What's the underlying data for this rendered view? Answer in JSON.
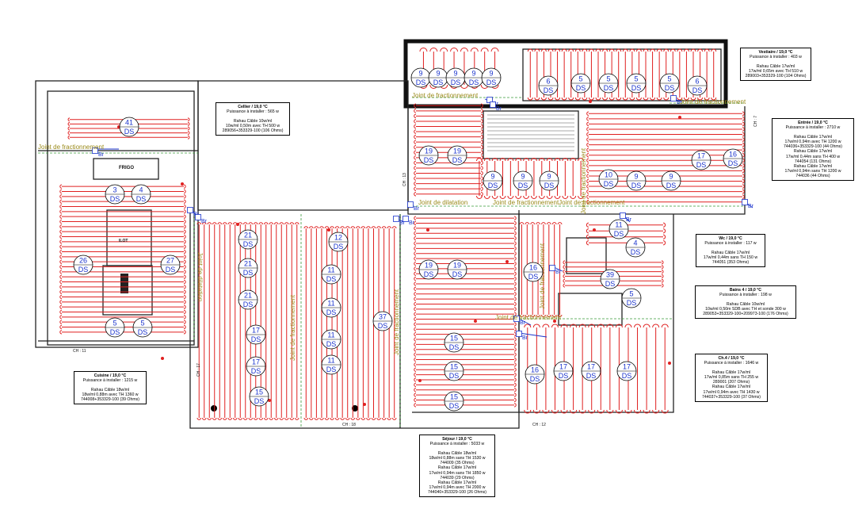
{
  "zones": [
    {
      "id": "cellier",
      "lines": [
        "Cellier / 19,0 °C",
        "Puissance à installer : 565 w",
        "",
        "Rahau Câble 10w/ml",
        "10w/ml 0,50m avec TH  500 w",
        "289056+353329-100 (106 Ohms)"
      ]
    },
    {
      "id": "vestiaire",
      "lines": [
        "Vestiaire / 19,0 °C",
        "Puissance à installer : 403 w",
        "",
        "Rahau Câble 17w/ml",
        "17w/ml 0,65m avec TH  510 w",
        "289003+353329-100 (104 Ohms)"
      ]
    },
    {
      "id": "entree",
      "lines": [
        "Entrée / 19,0 °C",
        "Puissance à installer : 2710 w",
        "",
        "Rahau Câble 17w/ml",
        "17w/ml 0,94m avec TH  1200 w",
        "744036+353329-100 (44 Ohms)",
        "Rahau Câble 17w/ml",
        "17w/ml 0,44m sans TH  400 w",
        "744054 (131 Ohms)",
        "Rahau Câble 17w/ml",
        "17w/ml 0,94m sans TH  1200 w",
        "744036 (44 Ohms)"
      ]
    },
    {
      "id": "wc",
      "lines": [
        "Wc / 19,0 °C",
        "Puissance à installer : 117 w",
        "",
        "Rahau Câble 17w/ml",
        "17w/ml 0,44m sans TH  150 w",
        "744051 (353 Ohms)"
      ]
    },
    {
      "id": "bains",
      "lines": [
        "Bains 4 / 19,0 °C",
        "Puissance à installer : 198 w",
        "",
        "Rahau Câble 10w/ml",
        "10w/ml 0,50m SDB avec TH et sonde  300 w",
        "289053+353329-100+209973-100 (176 Ohms)"
      ]
    },
    {
      "id": "ch4",
      "lines": [
        "Ch.4 / 19,0 °C",
        "Puissance à installer : 1646 w",
        "",
        "Rahau Câble 17w/ml",
        "17w/ml 0,85m sans TH  255 w",
        "289001 (207 Ohms)",
        "Rahau Câble 17w/ml",
        "17w/ml 0,94m avec TH  1430 w",
        "744037+353329-100 (37 Ohms)"
      ]
    },
    {
      "id": "cuisine",
      "lines": [
        "Cuisine / 19,0 °C",
        "Puissance à installer : 1215 w",
        "",
        "Rahau Câble 18w/ml",
        "18w/ml 0,88m avec TH  1360 w",
        "744008+353329-100 (39 Ohms)"
      ]
    },
    {
      "id": "sejour",
      "lines": [
        "Séjour / 19,0 °C",
        "Puissance à installer : 5033 w",
        "",
        "Rahau Câble 18w/ml",
        "18w/ml 0,88m sans TH  1530 w",
        "744009 (35 Ohms)",
        "Rahau Câble 17w/ml",
        "17w/ml 0,94m sans TH  1850 w",
        "744039 (29 Ohms)",
        "Rahau Câble 17w/ml",
        "17w/ml 0,94m avec TH  2000 w",
        "744040+353329-100 (26 Ohms)"
      ]
    }
  ],
  "ds_label": "DS",
  "circles": [
    {
      "n": "41",
      "sub": "DS"
    },
    {
      "n": "3",
      "sub": "DS"
    },
    {
      "n": "4",
      "sub": "DS"
    },
    {
      "n": "26",
      "sub": "DS"
    },
    {
      "n": "27",
      "sub": "DS"
    },
    {
      "n": "5",
      "sub": "DS"
    },
    {
      "n": "5",
      "sub": "DS"
    },
    {
      "n": "21",
      "sub": "DS"
    },
    {
      "n": "21",
      "sub": "DS"
    },
    {
      "n": "21",
      "sub": "DS"
    },
    {
      "n": "17",
      "sub": "DS"
    },
    {
      "n": "17",
      "sub": "DS"
    },
    {
      "n": "15",
      "sub": "DS"
    },
    {
      "n": "12",
      "sub": "DS"
    },
    {
      "n": "11",
      "sub": "DS"
    },
    {
      "n": "11",
      "sub": "DS"
    },
    {
      "n": "11",
      "sub": "DS"
    },
    {
      "n": "11",
      "sub": "DS"
    },
    {
      "n": "37",
      "sub": "DS"
    },
    {
      "n": "9",
      "sub": "DS"
    },
    {
      "n": "9",
      "sub": "DS"
    },
    {
      "n": "9",
      "sub": "DS"
    },
    {
      "n": "9",
      "sub": "DS"
    },
    {
      "n": "9",
      "sub": "DS"
    },
    {
      "n": "6",
      "sub": "DS"
    },
    {
      "n": "5",
      "sub": "DS"
    },
    {
      "n": "5",
      "sub": "DS"
    },
    {
      "n": "5",
      "sub": "DS"
    },
    {
      "n": "5",
      "sub": "DS"
    },
    {
      "n": "6",
      "sub": "DS"
    },
    {
      "n": "19",
      "sub": "DS"
    },
    {
      "n": "19",
      "sub": "DS"
    },
    {
      "n": "19",
      "sub": "DS"
    },
    {
      "n": "19",
      "sub": "DS"
    },
    {
      "n": "15",
      "sub": "DS"
    },
    {
      "n": "15",
      "sub": "DS"
    },
    {
      "n": "15",
      "sub": "DS"
    },
    {
      "n": "9",
      "sub": "DS"
    },
    {
      "n": "9",
      "sub": "DS"
    },
    {
      "n": "9",
      "sub": "DS"
    },
    {
      "n": "10",
      "sub": "DS"
    },
    {
      "n": "9",
      "sub": "DS"
    },
    {
      "n": "9",
      "sub": "DS"
    },
    {
      "n": "17",
      "sub": "DS"
    },
    {
      "n": "16",
      "sub": "DS"
    },
    {
      "n": "11",
      "sub": "DS"
    },
    {
      "n": "4",
      "sub": "DS"
    },
    {
      "n": "16",
      "sub": "DS"
    },
    {
      "n": "39",
      "sub": "DS"
    },
    {
      "n": "5",
      "sub": "DS"
    },
    {
      "n": "16",
      "sub": "DS"
    },
    {
      "n": "17",
      "sub": "DS"
    },
    {
      "n": "17",
      "sub": "DS"
    },
    {
      "n": "17",
      "sub": "DS"
    }
  ],
  "labels": {
    "frigo": "FRIGO",
    "ilot": "ILOT",
    "ch11": "CH : 11",
    "ch12": "CH : 12",
    "ch13": "CH : 13",
    "ch17": "CH : 17",
    "ch18": "CH : 18",
    "ch7": "CH : 7"
  },
  "joints": {
    "fractionnement": "Joint de fractionnement",
    "dilatation": "Joint de dilatation",
    "fractionnement_combo": "Joint de fractionnementJoint de fractionnement"
  },
  "br_label": "Br",
  "colors": {
    "coil": "#e02020",
    "label": "#1a33cc",
    "joint": "#9a8a1a"
  }
}
